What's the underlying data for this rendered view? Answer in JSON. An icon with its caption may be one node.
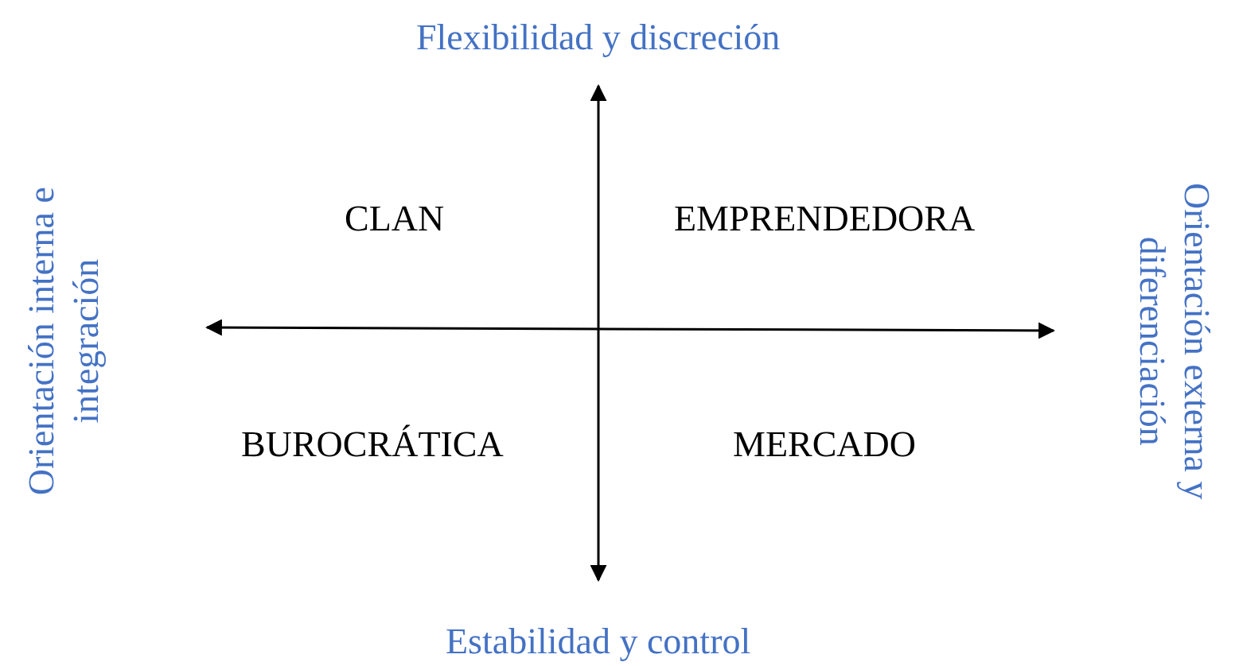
{
  "diagram": {
    "labels": [
      "Flexibilidad y discreción",
      "Orientación interna e integración",
      "Orientación externa y diferenciación",
      "CLAN",
      "EMPRENDEDORA",
      "BUROCRÁTICA",
      "MERCADO",
      "Estabilidad y control"
    ]
  }
}
